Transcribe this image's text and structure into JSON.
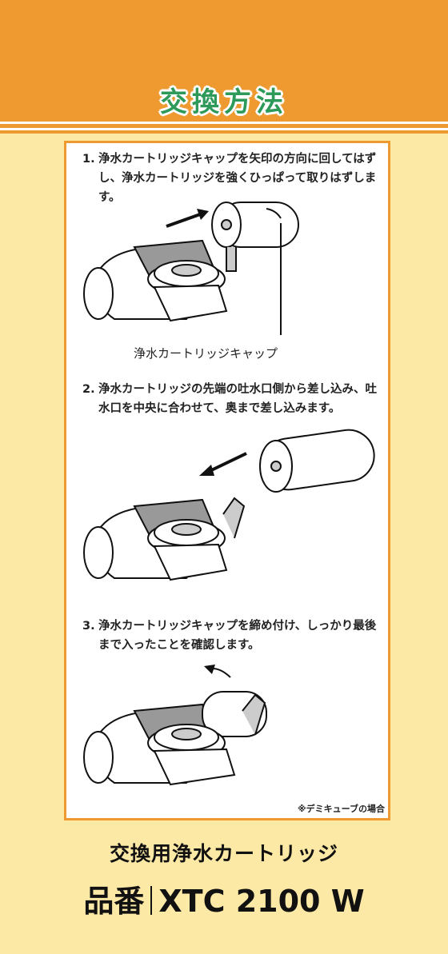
{
  "header": {
    "title": "交換方法"
  },
  "steps": [
    {
      "number": "1.",
      "text": "浄水カートリッジキャップを矢印の方向に回してはずし、浄水カートリッジを強くひっぱって取りはずします。"
    },
    {
      "number": "2.",
      "text": "浄水カートリッジの先端の吐水口側から差し込み、吐水口を中央に合わせて、奥まで差し込みます。"
    },
    {
      "number": "3.",
      "text": "浄水カートリッジキャップを締め付け、しっかり最後まで入ったことを確認します。"
    }
  ],
  "illustration": {
    "cap_label": "浄水カートリッジキャップ"
  },
  "note": "※デミキューブの場合",
  "product": {
    "name": "交換用浄水カートリッジ",
    "code_label": "品番",
    "code": "XTC 2100 W"
  },
  "colors": {
    "orange": "#ee9a30",
    "cream": "#fde9a6",
    "green": "#2d9a5a"
  }
}
